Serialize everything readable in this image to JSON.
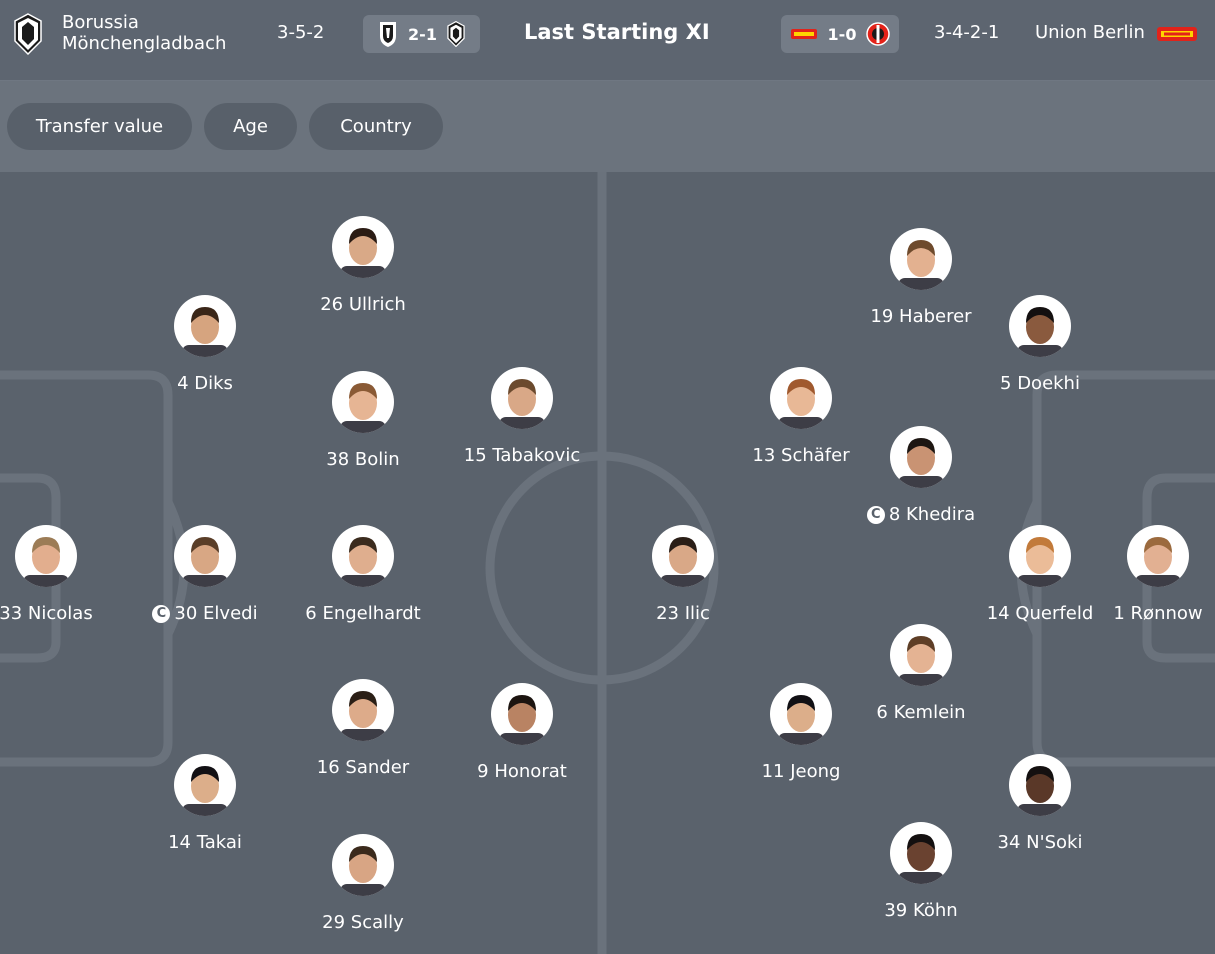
{
  "header": {
    "home_team_line1": "Borussia",
    "home_team_line2": "Mönchengladbach",
    "home_formation": "3-5-2",
    "home_last_score": "2-1",
    "title": "Last Starting XI",
    "away_last_score": "1-0",
    "away_formation": "3-4-2-1",
    "away_team": "Union Berlin"
  },
  "filters": [
    {
      "label": "Transfer value"
    },
    {
      "label": "Age"
    },
    {
      "label": "Country"
    }
  ],
  "players": [
    {
      "id": "ullrich",
      "label": "26 Ullrich",
      "captain": false,
      "skin": "#d9a987",
      "hair": "#2b1c14"
    },
    {
      "id": "diks",
      "label": "4 Diks",
      "captain": false,
      "skin": "#d6a47f",
      "hair": "#3a2618"
    },
    {
      "id": "bolin",
      "label": "38 Bolin",
      "captain": false,
      "skin": "#e6b594",
      "hair": "#8a5a35"
    },
    {
      "id": "tabakovic",
      "label": "15 Tabakovic",
      "captain": false,
      "skin": "#d9a887",
      "hair": "#6b4a2e"
    },
    {
      "id": "nicolas",
      "label": "33 Nicolas",
      "captain": false,
      "skin": "#e2ae8e",
      "hair": "#9c7c56"
    },
    {
      "id": "elvedi",
      "label": "30 Elvedi",
      "captain": true,
      "skin": "#d8a784",
      "hair": "#5a3e28"
    },
    {
      "id": "engelhardt",
      "label": "6 Engelhardt",
      "captain": false,
      "skin": "#dfae8e",
      "hair": "#3b2b1e"
    },
    {
      "id": "sander",
      "label": "16 Sander",
      "captain": false,
      "skin": "#ddab8a",
      "hair": "#2b1f16"
    },
    {
      "id": "honorat",
      "label": "9 Honorat",
      "captain": false,
      "skin": "#b98363",
      "hair": "#1c1410"
    },
    {
      "id": "takai",
      "label": "14 Takai",
      "captain": false,
      "skin": "#dcae8a",
      "hair": "#121014"
    },
    {
      "id": "scally",
      "label": "29 Scally",
      "captain": false,
      "skin": "#d8a584",
      "hair": "#3b2a1c"
    },
    {
      "id": "ilic",
      "label": "23 Ilic",
      "captain": false,
      "skin": "#d9a887",
      "hair": "#2a1e17"
    },
    {
      "id": "haberer",
      "label": "19 Haberer",
      "captain": false,
      "skin": "#e3b190",
      "hair": "#6e4a2c"
    },
    {
      "id": "doekhi",
      "label": "5 Doekhi",
      "captain": false,
      "skin": "#8a5a3e",
      "hair": "#141010"
    },
    {
      "id": "schafer",
      "label": "13 Schäfer",
      "captain": false,
      "skin": "#e8b896",
      "hair": "#a0592e"
    },
    {
      "id": "khedira",
      "label": "8 Khedira",
      "captain": true,
      "skin": "#c99373",
      "hair": "#1d1612"
    },
    {
      "id": "querfeld",
      "label": "14 Querfeld",
      "captain": false,
      "skin": "#ebbc98",
      "hair": "#c27a3a"
    },
    {
      "id": "ronnow",
      "label": "1 Rønnow",
      "captain": false,
      "skin": "#e2b092",
      "hair": "#9b6a3e"
    },
    {
      "id": "kemlein",
      "label": "6 Kemlein",
      "captain": false,
      "skin": "#e4b393",
      "hair": "#5e3e26"
    },
    {
      "id": "jeong",
      "label": "11 Jeong",
      "captain": false,
      "skin": "#dcae8a",
      "hair": "#111014"
    },
    {
      "id": "nsoki",
      "label": "34 N'Soki",
      "captain": false,
      "skin": "#5a3828",
      "hair": "#141010"
    },
    {
      "id": "kohn",
      "label": "39 Köhn",
      "captain": false,
      "skin": "#6a4230",
      "hair": "#141010"
    }
  ]
}
